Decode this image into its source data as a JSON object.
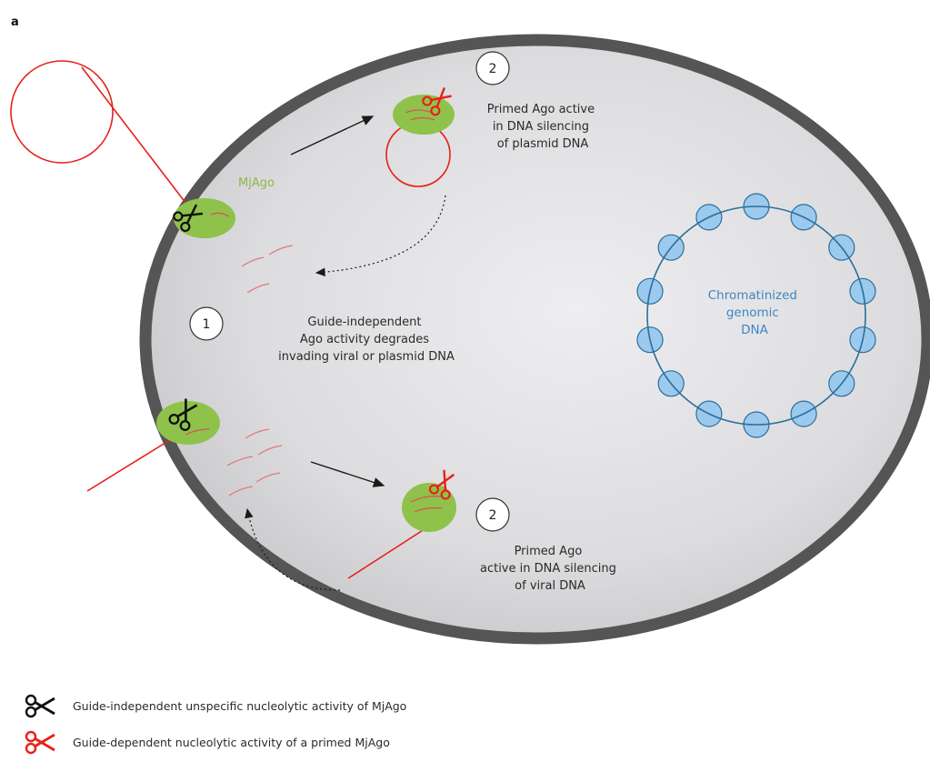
{
  "panel_label": "a",
  "enzyme_label": "MjAgo",
  "step1": {
    "number": "1",
    "text": [
      "Guide-independent",
      "Ago activity degrades",
      "invading viral or plasmid DNA"
    ]
  },
  "step2_top": {
    "number": "2",
    "text": [
      "Primed Ago active",
      "in DNA silencing",
      "of plasmid DNA"
    ]
  },
  "step2_bottom": {
    "number": "2",
    "text": [
      "Primed Ago",
      "active in DNA silencing",
      "of viral DNA"
    ]
  },
  "genome_label": [
    "Chromatinized",
    "genomic",
    "DNA"
  ],
  "legend": [
    {
      "icon": "black-scissors-icon",
      "color": "#111111",
      "text": "Guide-independent unspecific nucleolytic activity of MjAgo"
    },
    {
      "icon": "red-scissors-icon",
      "color": "#e8201a",
      "text": "Guide-dependent nucleolytic activity of a primed MjAgo"
    }
  ],
  "colors": {
    "cell_wall": "#555555",
    "cytoplasm": "#e3e3e5",
    "ago": "#8fc24a",
    "dna_invader": "#e8201a",
    "genome": "#2b6f9a",
    "nucleosome": "#9cc9ee",
    "enzyme_label": "#8fb84a",
    "genome_label": "#3f86c4"
  }
}
